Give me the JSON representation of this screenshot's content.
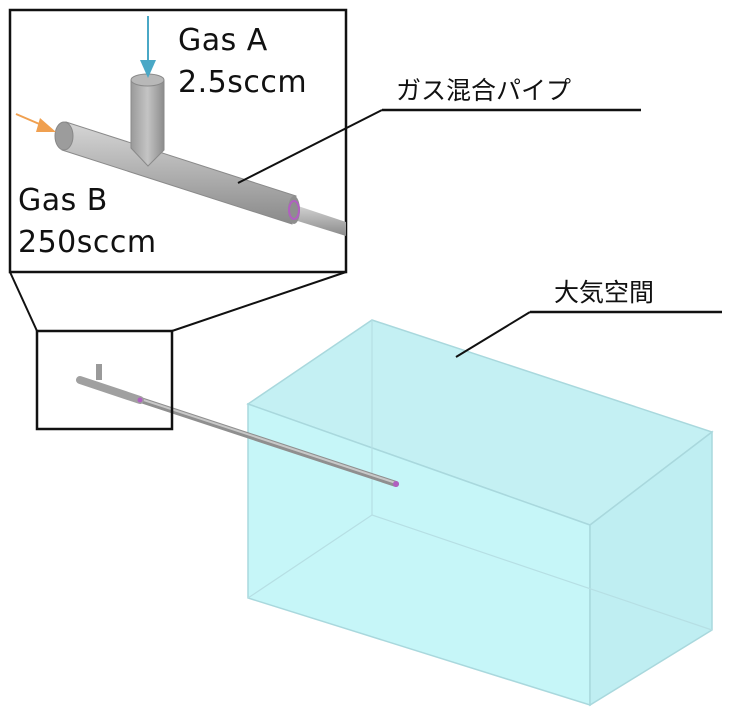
{
  "labels": {
    "gas_a_name": "Gas A",
    "gas_a_flow": "2.5sccm",
    "gas_b_name": "Gas B",
    "gas_b_flow": "250sccm",
    "mixing_pipe": "ガス混合パイプ",
    "atmosphere": "大気空間"
  },
  "colors": {
    "gas_a_arrow": "#4aa8c6",
    "gas_b_arrow": "#f0a050",
    "pipe": "#a8a8a8",
    "pipe_ring": "#b060c0",
    "box_fill": "#c8f4f6",
    "box_edge": "#a9d8dd",
    "frame": "#111111"
  }
}
